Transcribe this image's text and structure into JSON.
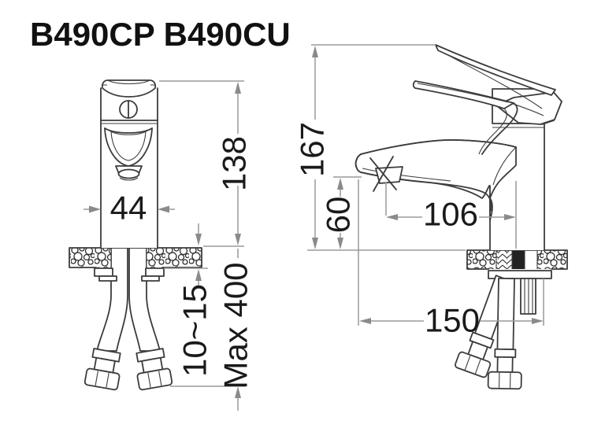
{
  "title": "B490CP B490CU",
  "dimensions": {
    "front": {
      "width": "44",
      "height_above_counter": "138",
      "counter_thickness": "10~15",
      "max_hose_length": "Max 400"
    },
    "side": {
      "total_height": "167",
      "spout_height": "60",
      "spout_reach": "106",
      "depth": "150"
    }
  },
  "colors": {
    "background": "#ffffff",
    "drawing_line": "#3c3c3c",
    "dimension_line": "#9a9a9a",
    "arrow": "#8a8a8a",
    "text": "#1a1a1a"
  }
}
